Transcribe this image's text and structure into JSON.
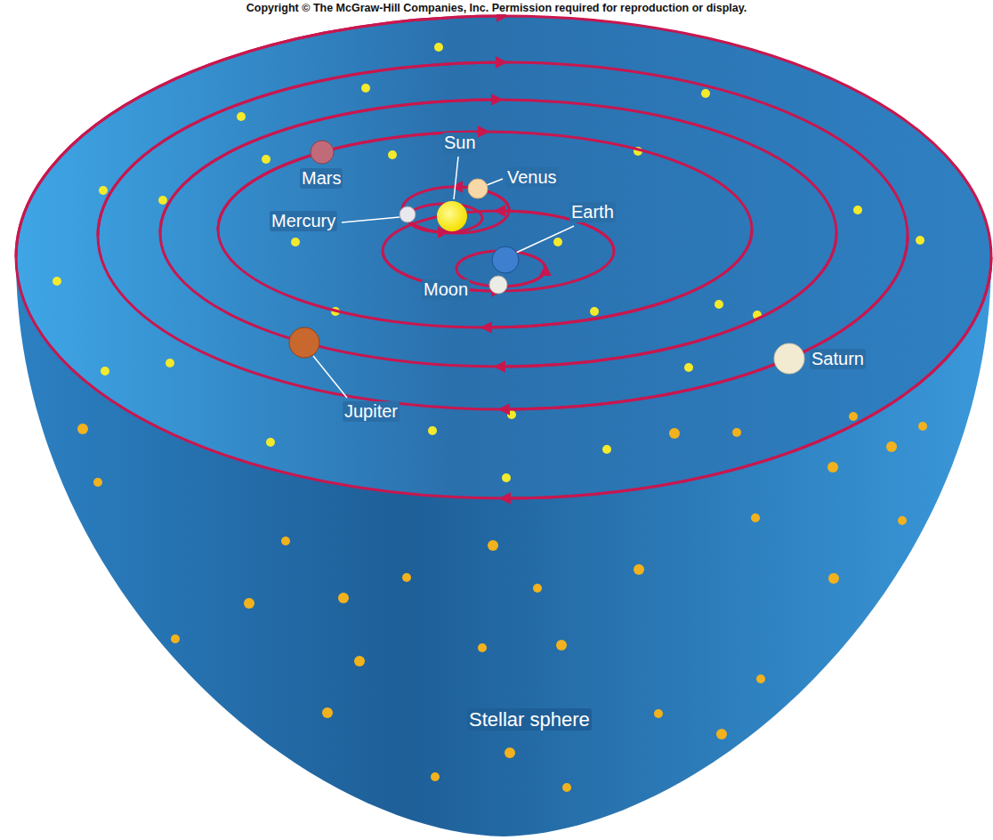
{
  "diagram": {
    "labels": [
      "Copyright © The McGraw-Hill Companies, Inc. Permission required for reproduction or display.",
      "Sun",
      "Venus",
      "Mars",
      "Mercury",
      "Earth",
      "Moon",
      "Saturn",
      "Jupiter",
      "Stellar sphere"
    ]
  }
}
